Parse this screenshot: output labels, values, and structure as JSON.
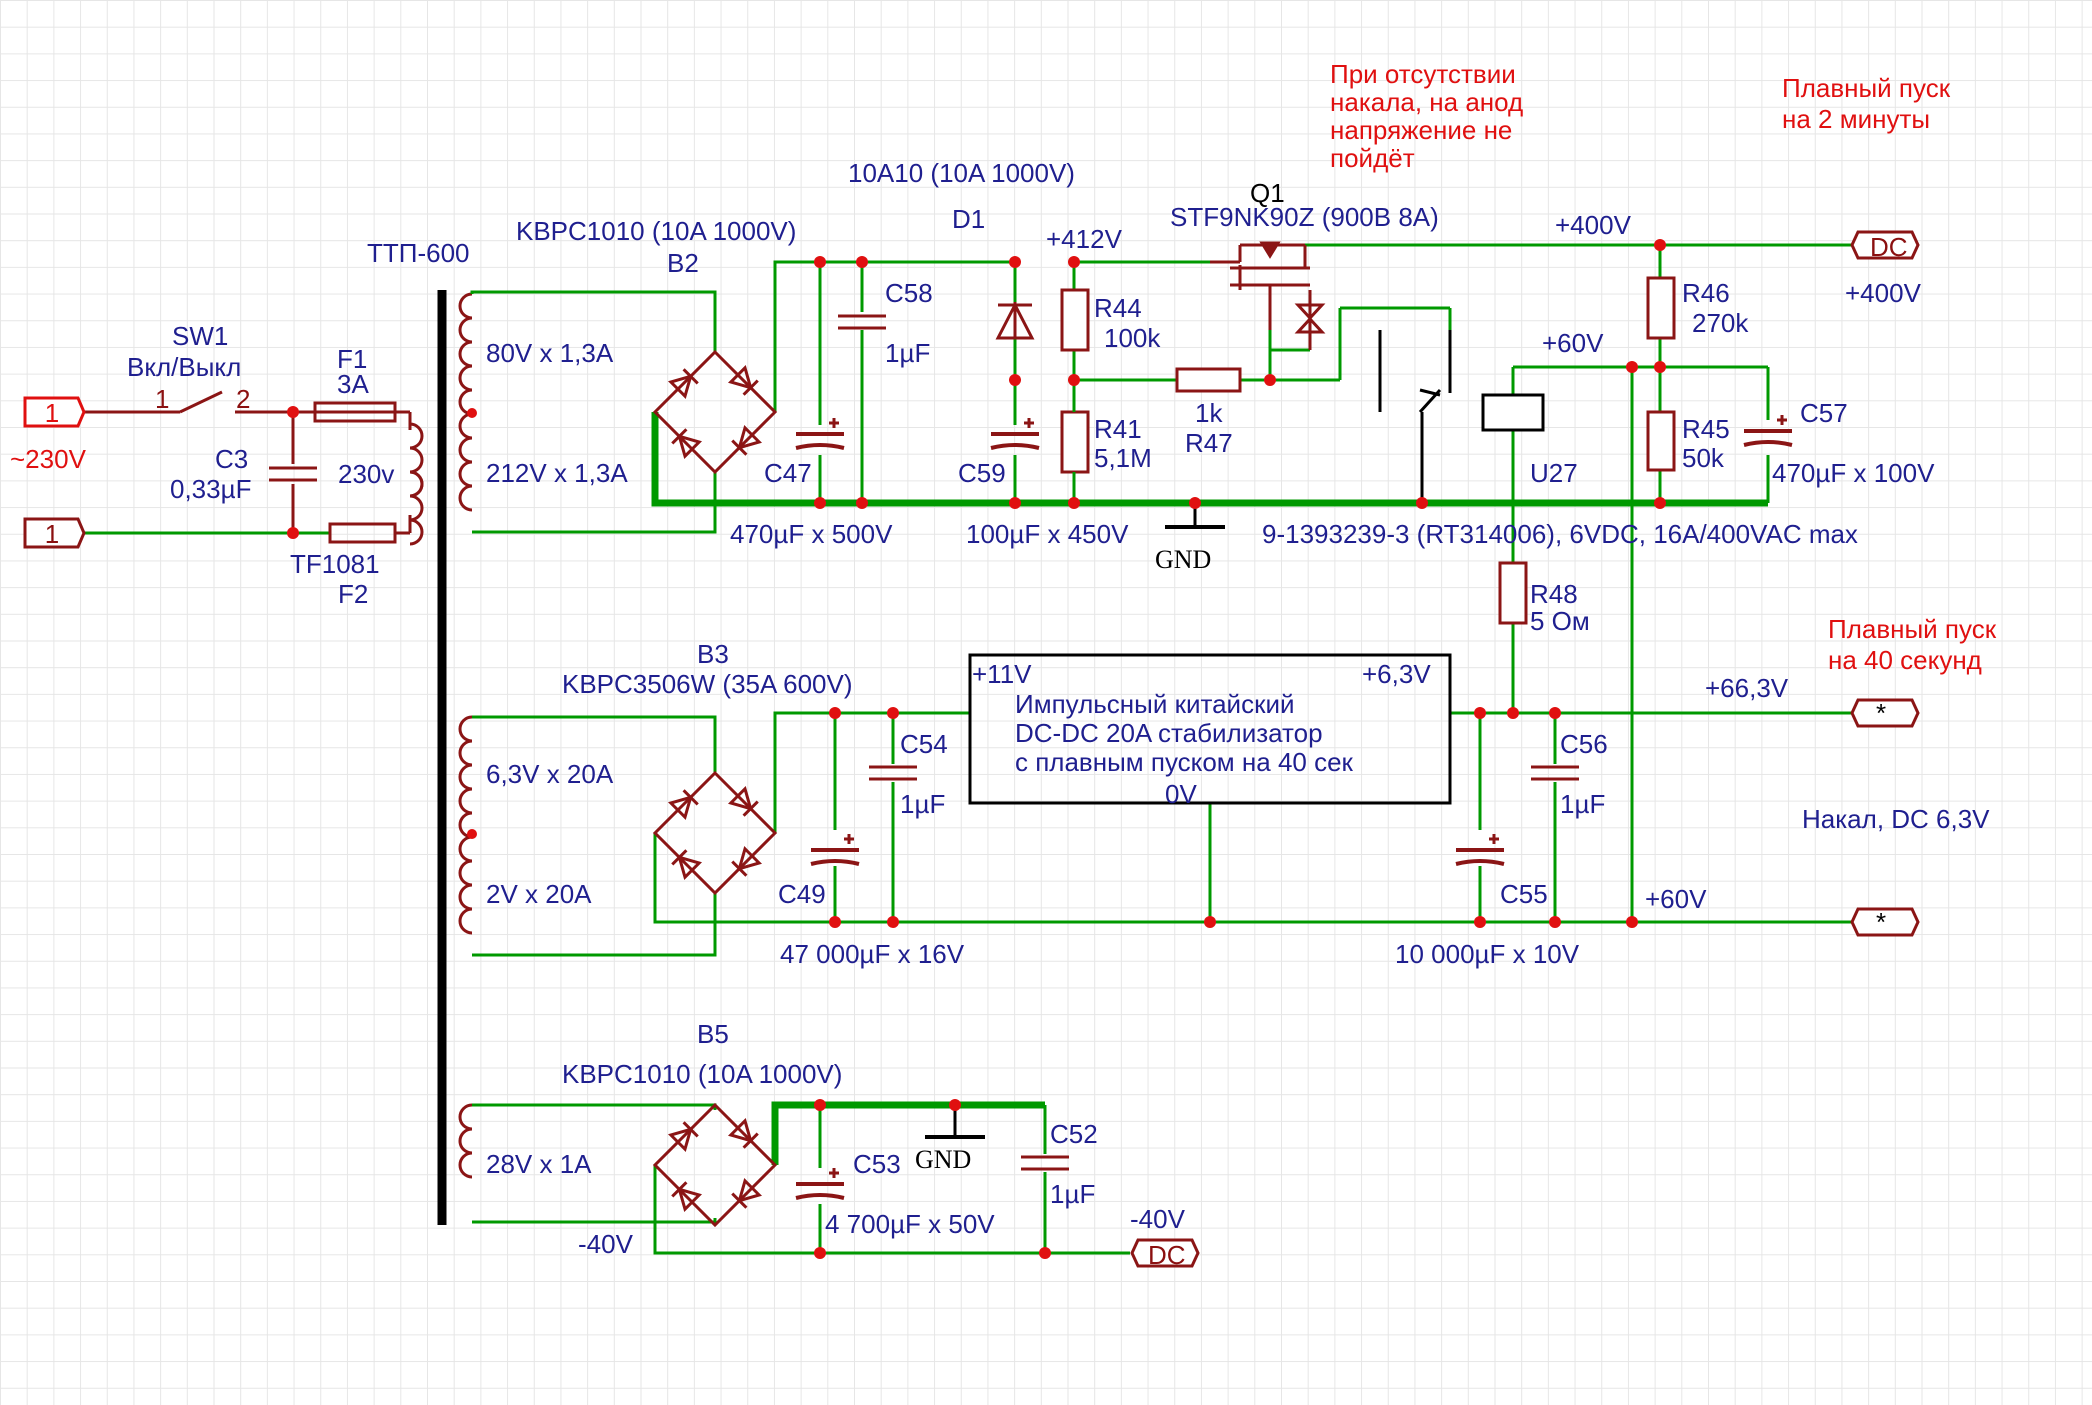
{
  "colors": {
    "wire": "#009900",
    "component": "#8b1515",
    "label": "#1f1f8f",
    "note": "#e01010",
    "bus": "#000000",
    "grid": "#e6e6e6"
  },
  "notes": {
    "no_heater": [
      "При отсутствии",
      "накала, на анод",
      "напряжение не",
      "пойдёт"
    ],
    "soft_start_2min": [
      "Плавный пуск",
      "на 2 минуты"
    ],
    "soft_start_40s": [
      "Плавный пуск",
      "на 40 секунд"
    ]
  },
  "mains": {
    "port1": "1",
    "port2": "1",
    "voltage": "~230V",
    "sw_name": "SW1",
    "sw_desc": "Вкл/Выкл",
    "sw_pin1": "1",
    "sw_pin2": "2",
    "f1_name": "F1",
    "f1_value": "3A",
    "c3_name": "C3",
    "c3_value": "0,33µF",
    "primary": "230v",
    "f2_type": "TF1081",
    "f2_name": "F2"
  },
  "transformer": {
    "name": "ТТП-600",
    "w1": "80V x 1,3A",
    "w2": "212V x 1,3A",
    "w3": "6,3V x 20A",
    "w4": "2V x 20A",
    "w5": "28V x 1A"
  },
  "anode": {
    "b2_type": "KBPC1010 (10A 1000V)",
    "b2_name": "B2",
    "d1_type": "10A10 (10A 1000V)",
    "d1_name": "D1",
    "v412": "+412V",
    "v400": "+400V",
    "v60": "+60V",
    "q1_name": "Q1",
    "q1_type": "STF9NK90Z (900В 8A)",
    "c58_name": "C58",
    "c58_value": "1µF",
    "c47_name": "C47",
    "c47_value": "470µF x 500V",
    "c59_name": "C59",
    "c59_value": "100µF x 450V",
    "r44_name": "R44",
    "r44_value": "100k",
    "r41_name": "R41",
    "r41_value": "5,1M",
    "r47_value": "1k",
    "r47_name": "R47",
    "gnd": "GND",
    "relay_type": "9-1393239-3 (RT314006), 6VDC, 16A/400VAC max",
    "relay_name": "U27",
    "r46_name": "R46",
    "r46_value": "270k",
    "r45_name": "R45",
    "r45_value": "50k",
    "c57_name": "C57",
    "c57_value": "470µF x 100V",
    "out_port": "DC",
    "out_label": "+400V"
  },
  "heater": {
    "b3_name": "B3",
    "b3_type": "KBPC3506W (35A 600V)",
    "c54_name": "C54",
    "c54_value": "1µF",
    "c49_name": "C49",
    "c49_value": "47 000µF x 16V",
    "dcdc_in": "+11V",
    "dcdc_out": "+6,3V",
    "dcdc_gnd": "0V",
    "dcdc_text": [
      "Импульсный китайский",
      "DC-DC 20A стабилизатор",
      "с плавным пуском на 40 сек"
    ],
    "r48_name": "R48",
    "r48_value": "5 Ом",
    "c56_name": "C56",
    "c56_value": "1µF",
    "c55_name": "C55",
    "c55_value": "10 000µF x 10V",
    "v663": "+66,3V",
    "v60": "+60V",
    "port_star1": "*",
    "port_star2": "*",
    "heater_label": "Накал, DC 6,3V"
  },
  "bias": {
    "b5_name": "B5",
    "b5_type": "KBPC1010 (10A 1000V)",
    "c53_name": "C53",
    "c53_value": "4 700µF x 50V",
    "c52_name": "C52",
    "c52_value": "1µF",
    "gnd": "GND",
    "v_neg": "-40V",
    "v_neg2": "-40V",
    "out_port": "DC"
  }
}
